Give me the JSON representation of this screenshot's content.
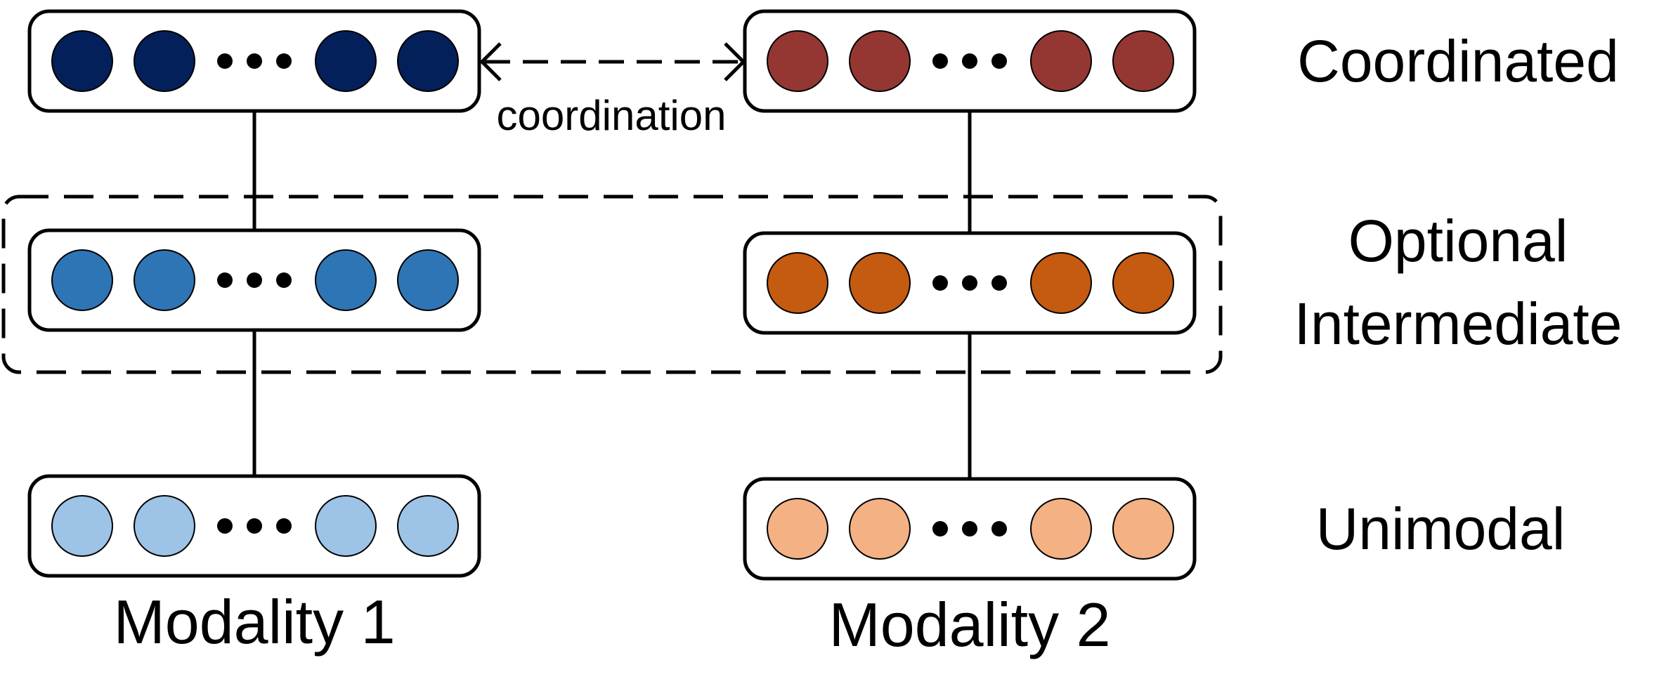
{
  "labels": {
    "coordination": "coordination",
    "row_top": "Coordinated",
    "row_mid_line1": "Optional",
    "row_mid_line2": "Intermediate",
    "row_bottom": "Unimodal",
    "modality_1": "Modality 1",
    "modality_2": "Modality 2"
  },
  "colors": {
    "modality_1_coordinated": "#04205A",
    "modality_1_intermediate": "#2E75B6",
    "modality_1_unimodal": "#9DC3E6",
    "modality_2_coordinated": "#943732",
    "modality_2_intermediate": "#C55A11",
    "modality_2_unimodal": "#F4B183",
    "stroke": "#000000"
  }
}
